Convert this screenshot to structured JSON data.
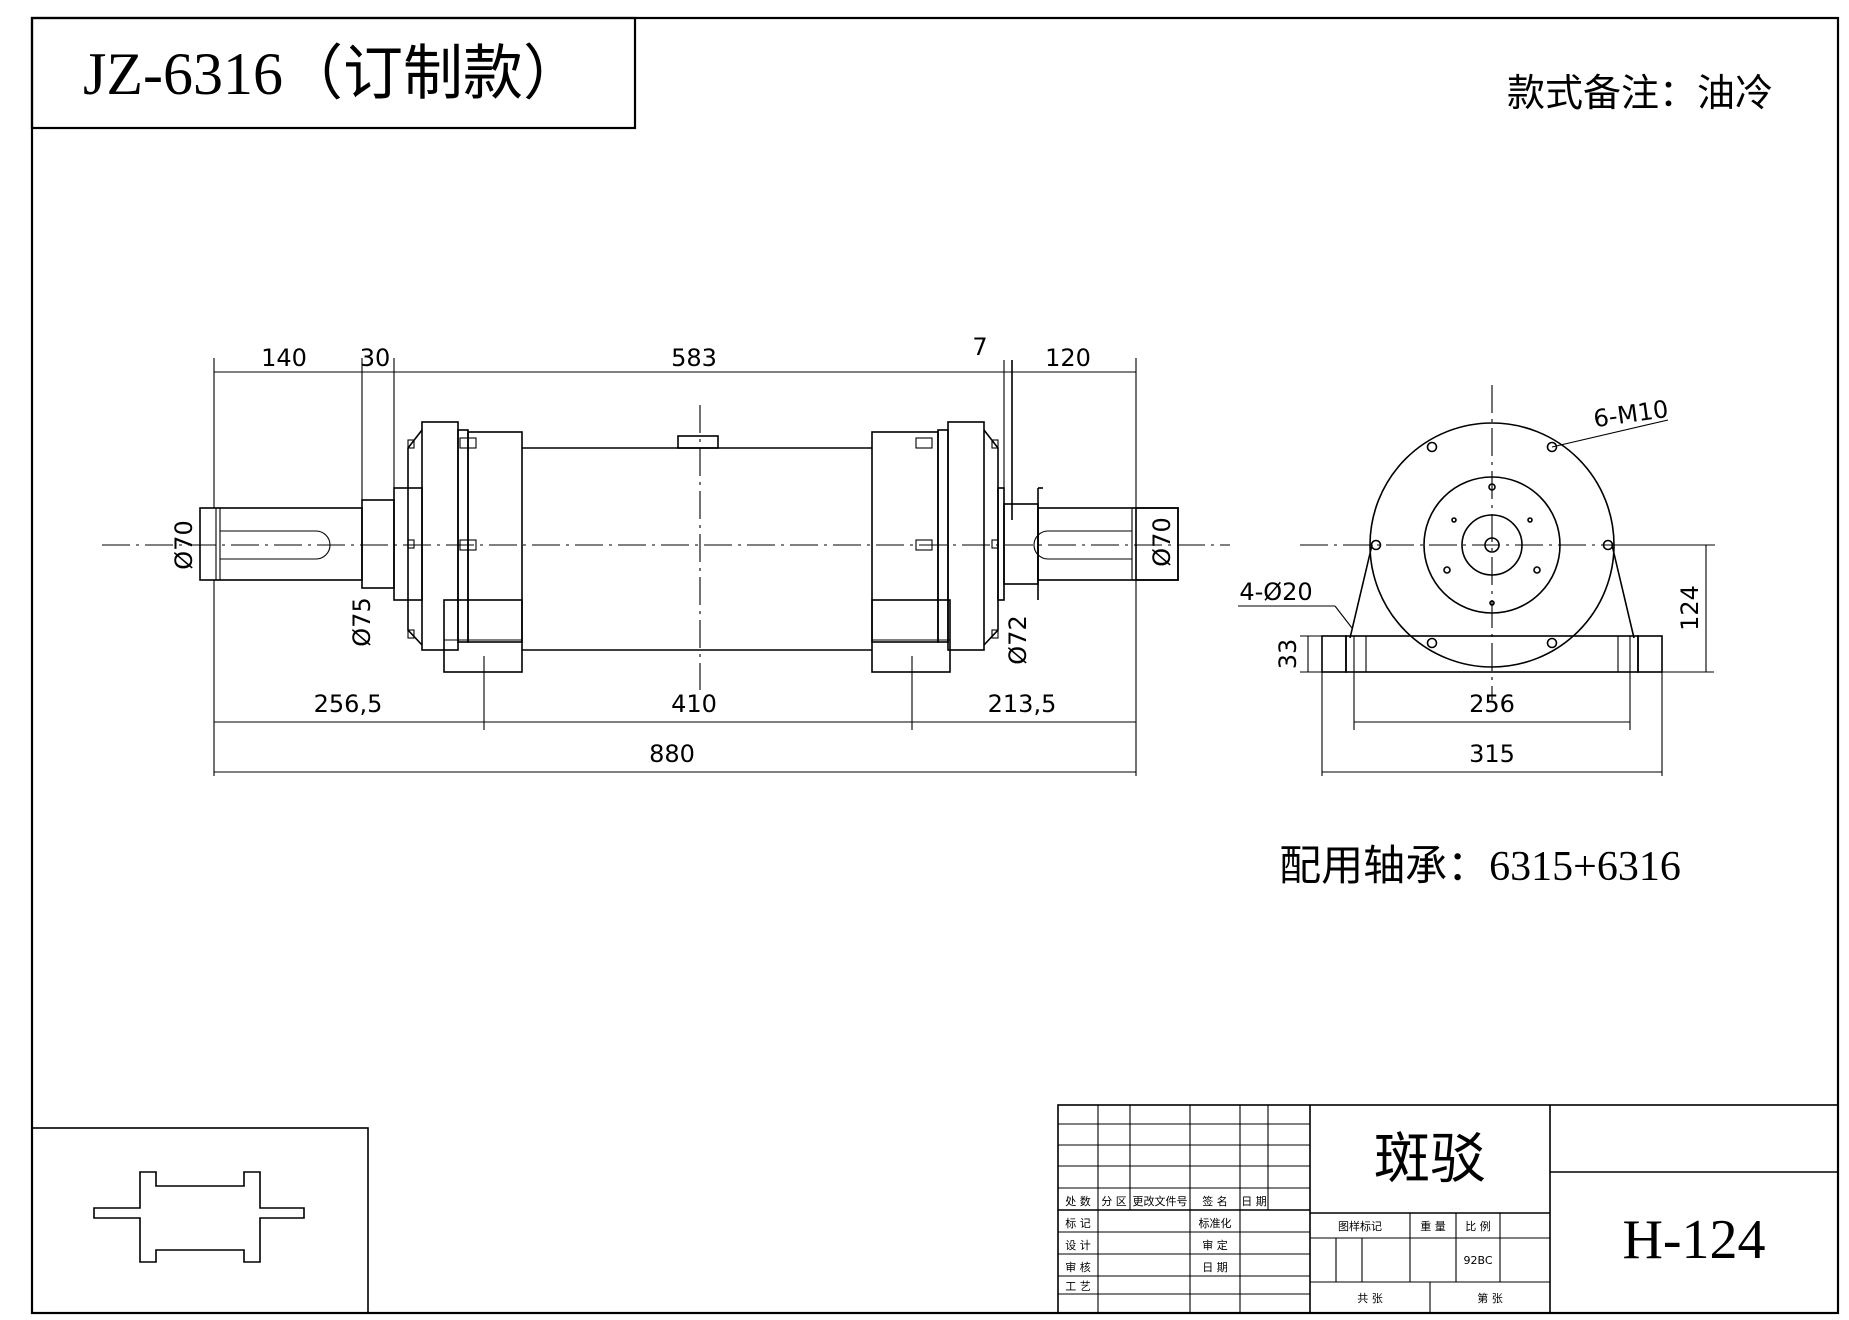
{
  "drawing": {
    "title": "JZ-6316（订制款）",
    "style_note": "款式备注：油冷",
    "bearing_note": "配用轴承：6315+6316",
    "drawing_number": "H-124",
    "company": "斑驳",
    "scale_text": "92BC"
  },
  "dimensions": {
    "top": [
      "140",
      "30",
      "583",
      "7",
      "120"
    ],
    "bottom": [
      "256,5",
      "410",
      "213,5"
    ],
    "overall": "880",
    "diameters": {
      "left_shaft": "Ø70",
      "left_collar": "Ø75",
      "right_collar": "Ø72",
      "right_shaft": "Ø70"
    },
    "end_view": {
      "bolts": "6-M10",
      "mount_holes": "4-Ø20",
      "base_height": "33",
      "center_height": "124",
      "hole_spacing": "256",
      "base_width": "315"
    }
  },
  "title_block": {
    "row_labels_left": [
      "标 记",
      "设 计",
      "审 核",
      "工 艺"
    ],
    "row_labels_mid": [
      "标准化",
      "审 定",
      "日 期"
    ],
    "header_row": [
      "处 数",
      "分 区",
      "更改文件号",
      "签 名",
      "日 期"
    ],
    "right_header": [
      "图样标记",
      "重 量",
      "比 例"
    ],
    "sheet_row": [
      "共 张",
      "第 张"
    ]
  }
}
